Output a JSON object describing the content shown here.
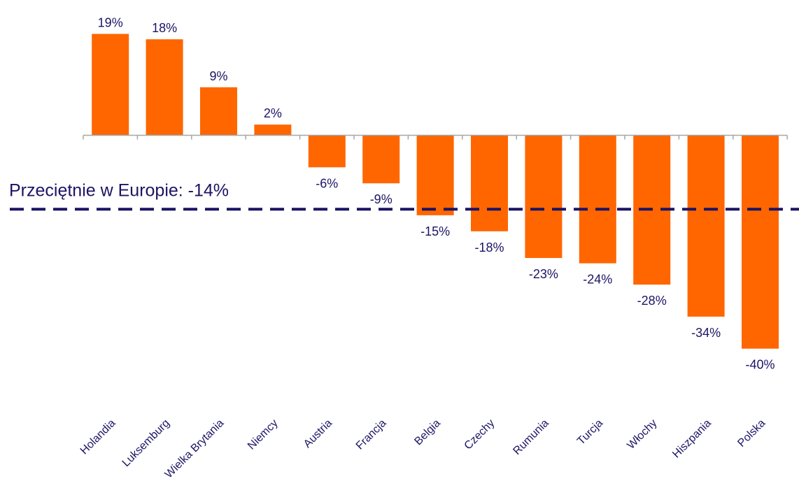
{
  "chart_data": {
    "type": "bar",
    "categories": [
      "Holandia",
      "Luksemburg",
      "Wielka Brytania",
      "Niemcy",
      "Austria",
      "Francja",
      "Belgia",
      "Czechy",
      "Rumunia",
      "Turcja",
      "Włochy",
      "Hiszpania",
      "Polska"
    ],
    "values": [
      19,
      18,
      9,
      2,
      -6,
      -9,
      -15,
      -18,
      -23,
      -24,
      -28,
      -34,
      -40
    ],
    "value_labels": [
      "19%",
      "18%",
      "9%",
      "2%",
      "-6%",
      "-9%",
      "-15%",
      "-18%",
      "-23%",
      "-24%",
      "-28%",
      "-34%",
      "-40%"
    ],
    "reference_line": {
      "value": -14,
      "label": "Przeciętnie w Europie: -14%",
      "style": "dashed"
    },
    "title": "",
    "xlabel": "",
    "ylabel": "",
    "ylim": [
      -40,
      19
    ],
    "grid": false,
    "legend": "none",
    "colors": {
      "bar": "#ff6600",
      "text": "#1b1464",
      "reference_line": "#1b1464",
      "axis": "#a6a6a6"
    }
  }
}
